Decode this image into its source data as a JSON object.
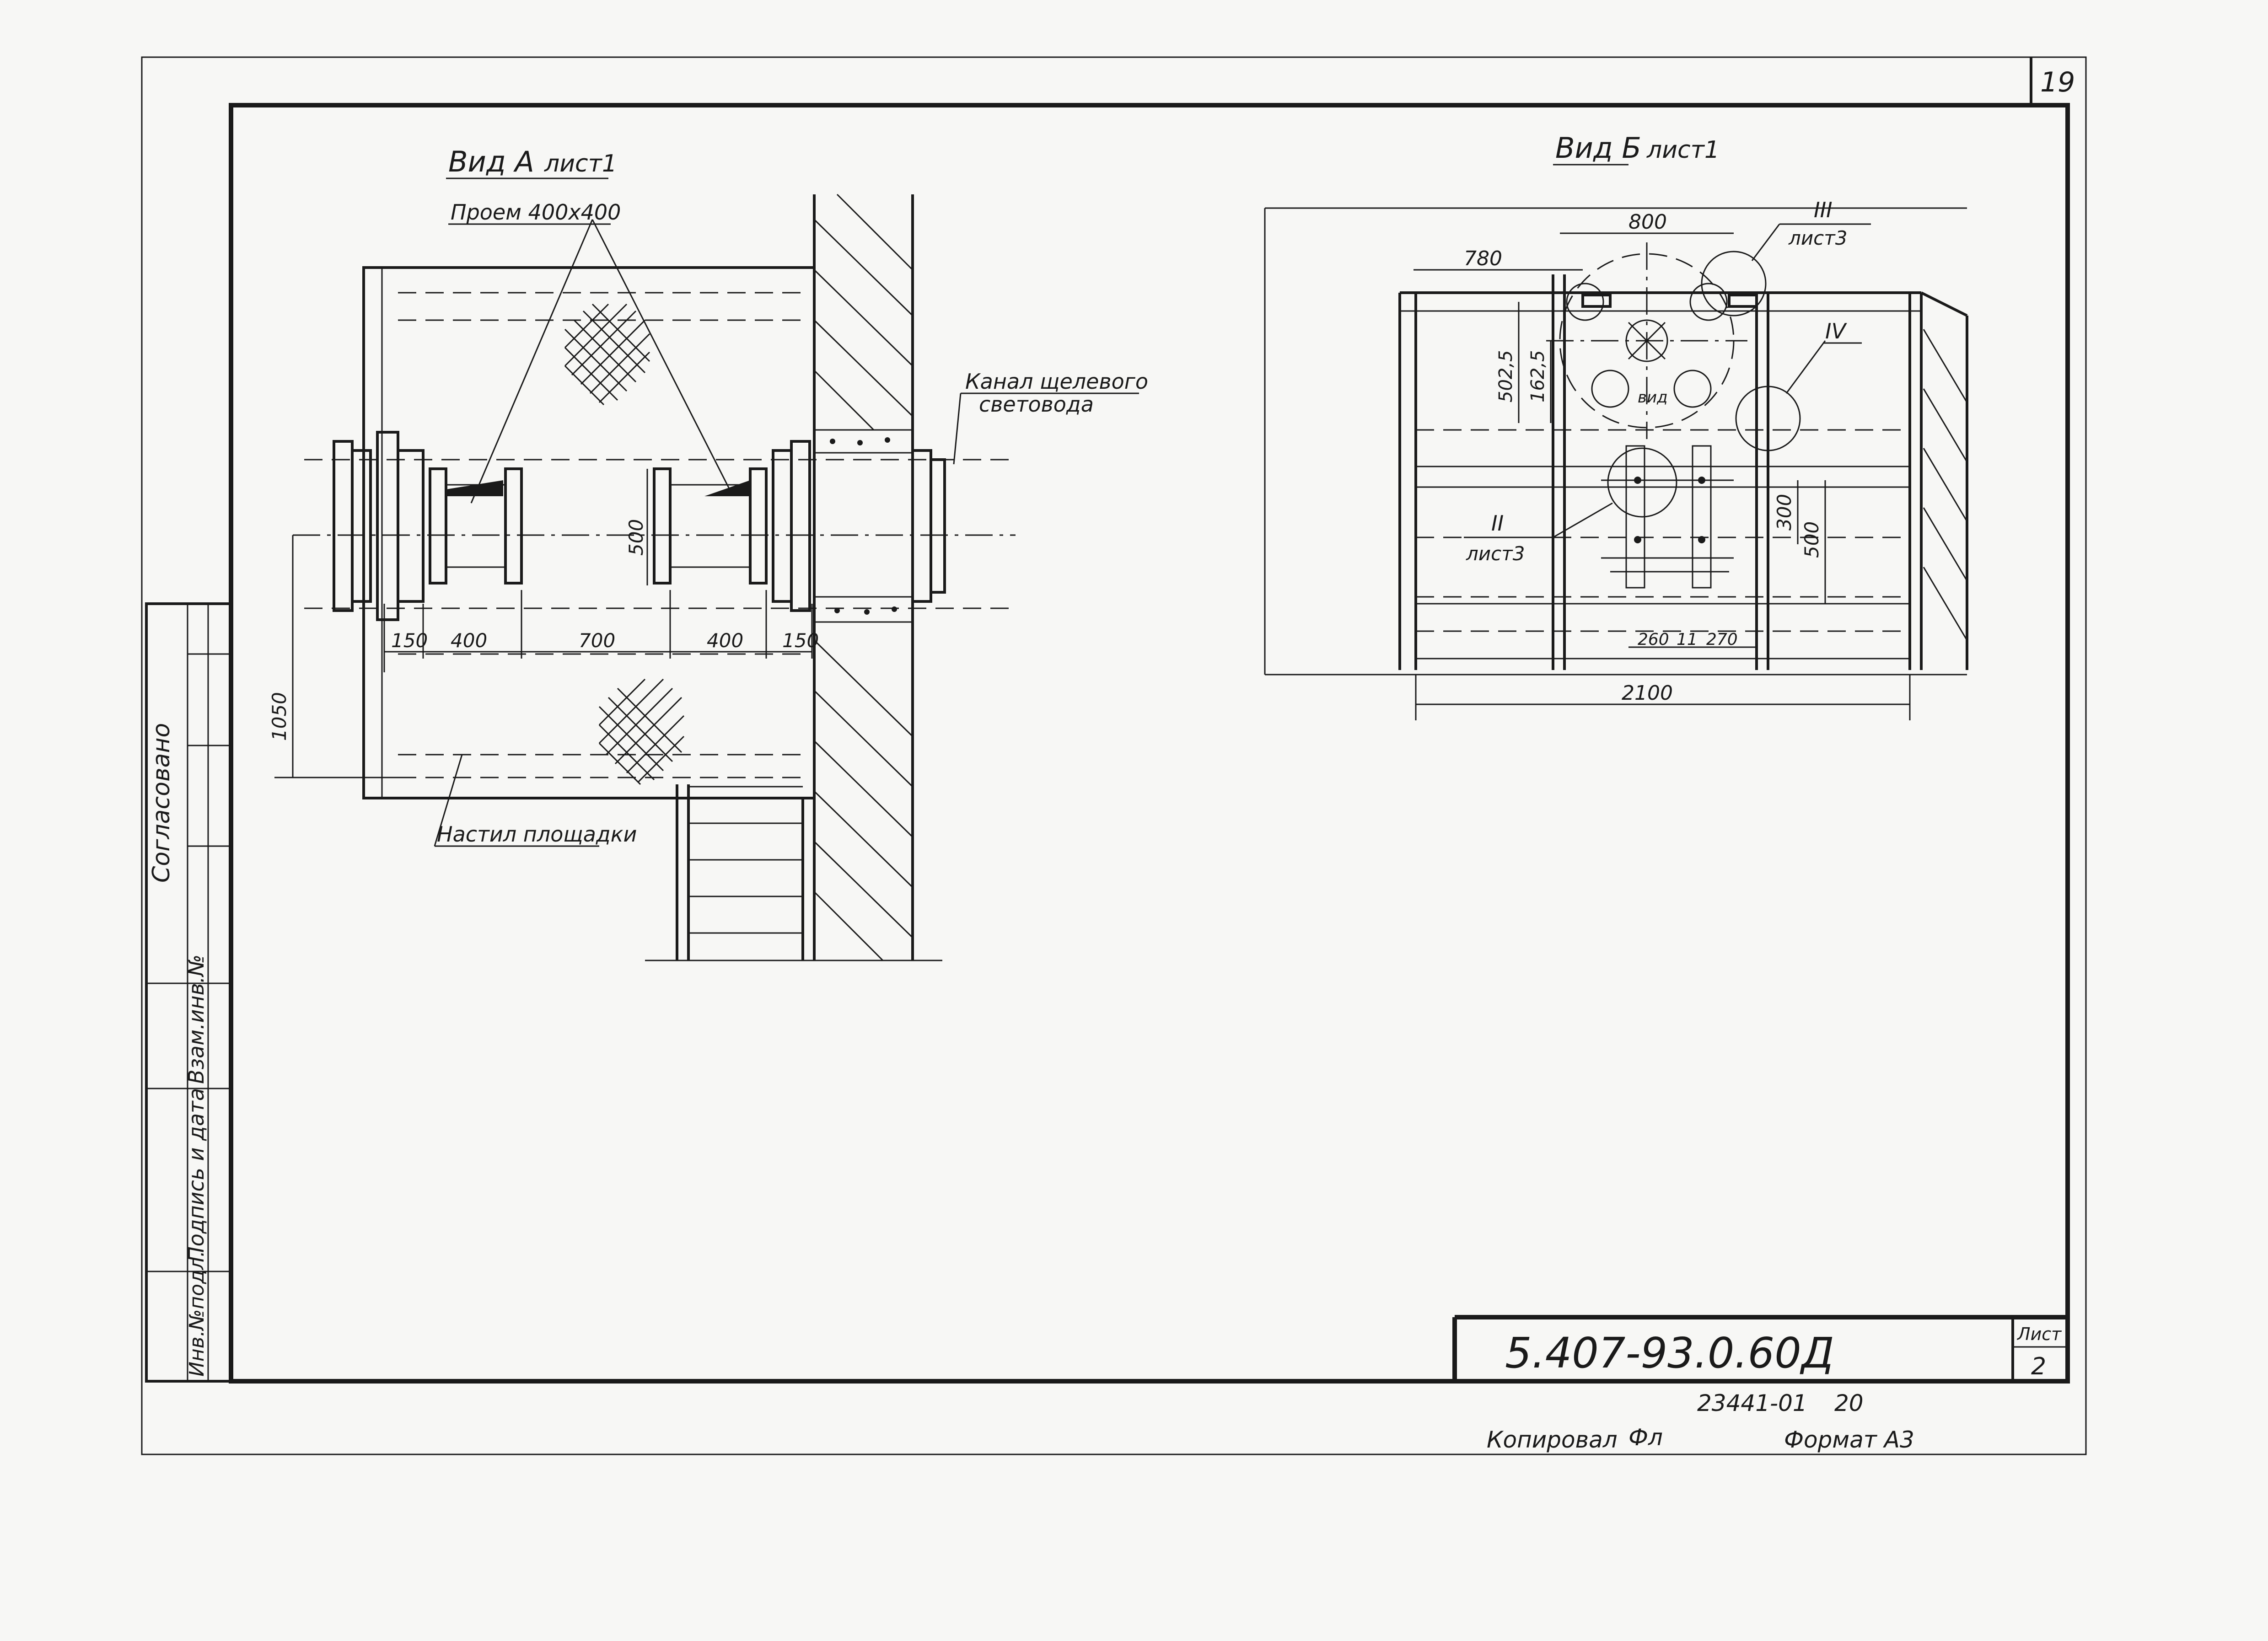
{
  "sheet": {
    "corner_number": "19",
    "designation": "5.407-93.0.60Д",
    "sheet_label": "Лист",
    "sheet_number": "2",
    "inventory": "23441-01",
    "inventory_page": "20",
    "copied_label": "Копировал",
    "copied_signature": "Фл",
    "format_label": "Формат А3"
  },
  "side_stamp": {
    "agreed": "Согласовано",
    "inv_orig": "Инв.№подл.",
    "sign_date": "Подпись и дата",
    "replace_inv": "Взам.инв.№"
  },
  "view_a": {
    "title": "Вид А",
    "title_sheet": "лист1",
    "opening_label": "Проем 400х400",
    "channel_label_1": "Канал щелевого",
    "channel_label_2": "световода",
    "deck_label": "Настил площадки",
    "dim_150_left": "150",
    "dim_400_left": "400",
    "dim_700": "700",
    "dim_400_right": "400",
    "dim_150_right": "150",
    "dim_500": "500",
    "dim_1050": "1050"
  },
  "view_b": {
    "title": "Вид Б",
    "title_sheet": "лист1",
    "dim_800": "800",
    "dim_780": "780",
    "dim_5025": "502,5",
    "dim_1625": "162,5",
    "callout_vid": "вид",
    "callout_III": "III",
    "callout_III_sheet": "лист3",
    "callout_IV": "IV",
    "callout_II": "II",
    "callout_II_sheet": "лист3",
    "dim_300": "300",
    "dim_500": "500",
    "dim_260": "260",
    "dim_11": "11",
    "dim_270": "270",
    "dim_2100": "2100"
  }
}
